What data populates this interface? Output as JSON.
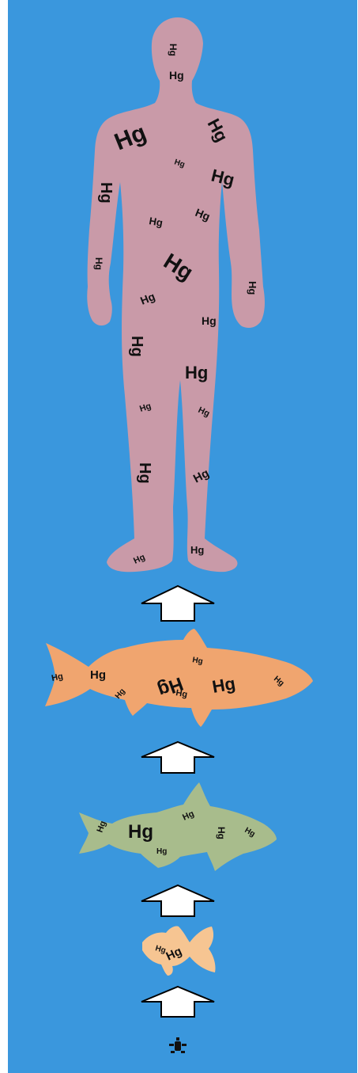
{
  "colors": {
    "frame": "#ffffff",
    "water": "#3a97dd",
    "human": "#c99aa8",
    "large_fish": "#f0a56f",
    "medium_fish": "#a8bc8c",
    "small_fish": "#f6c592",
    "arrow_fill": "#ffffff",
    "arrow_stroke": "#000000",
    "label_color": "#111111"
  },
  "labels": {
    "symbol": "Hg"
  },
  "food_chain": [
    {
      "level": "human",
      "icon": "human-figure-icon"
    },
    {
      "level": "large-fish",
      "icon": "large-fish-icon"
    },
    {
      "level": "medium-fish",
      "icon": "medium-fish-icon"
    },
    {
      "level": "small-fish",
      "icon": "small-fish-icon"
    },
    {
      "level": "plankton",
      "icon": "plankton-icon"
    }
  ],
  "arrows": [
    {
      "name": "arrow-plankton-to-small-fish",
      "icon": "up-arrow-icon"
    },
    {
      "name": "arrow-small-to-medium-fish",
      "icon": "up-arrow-icon"
    },
    {
      "name": "arrow-medium-to-large-fish",
      "icon": "up-arrow-icon"
    },
    {
      "name": "arrow-large-fish-to-human",
      "icon": "up-arrow-icon"
    }
  ]
}
